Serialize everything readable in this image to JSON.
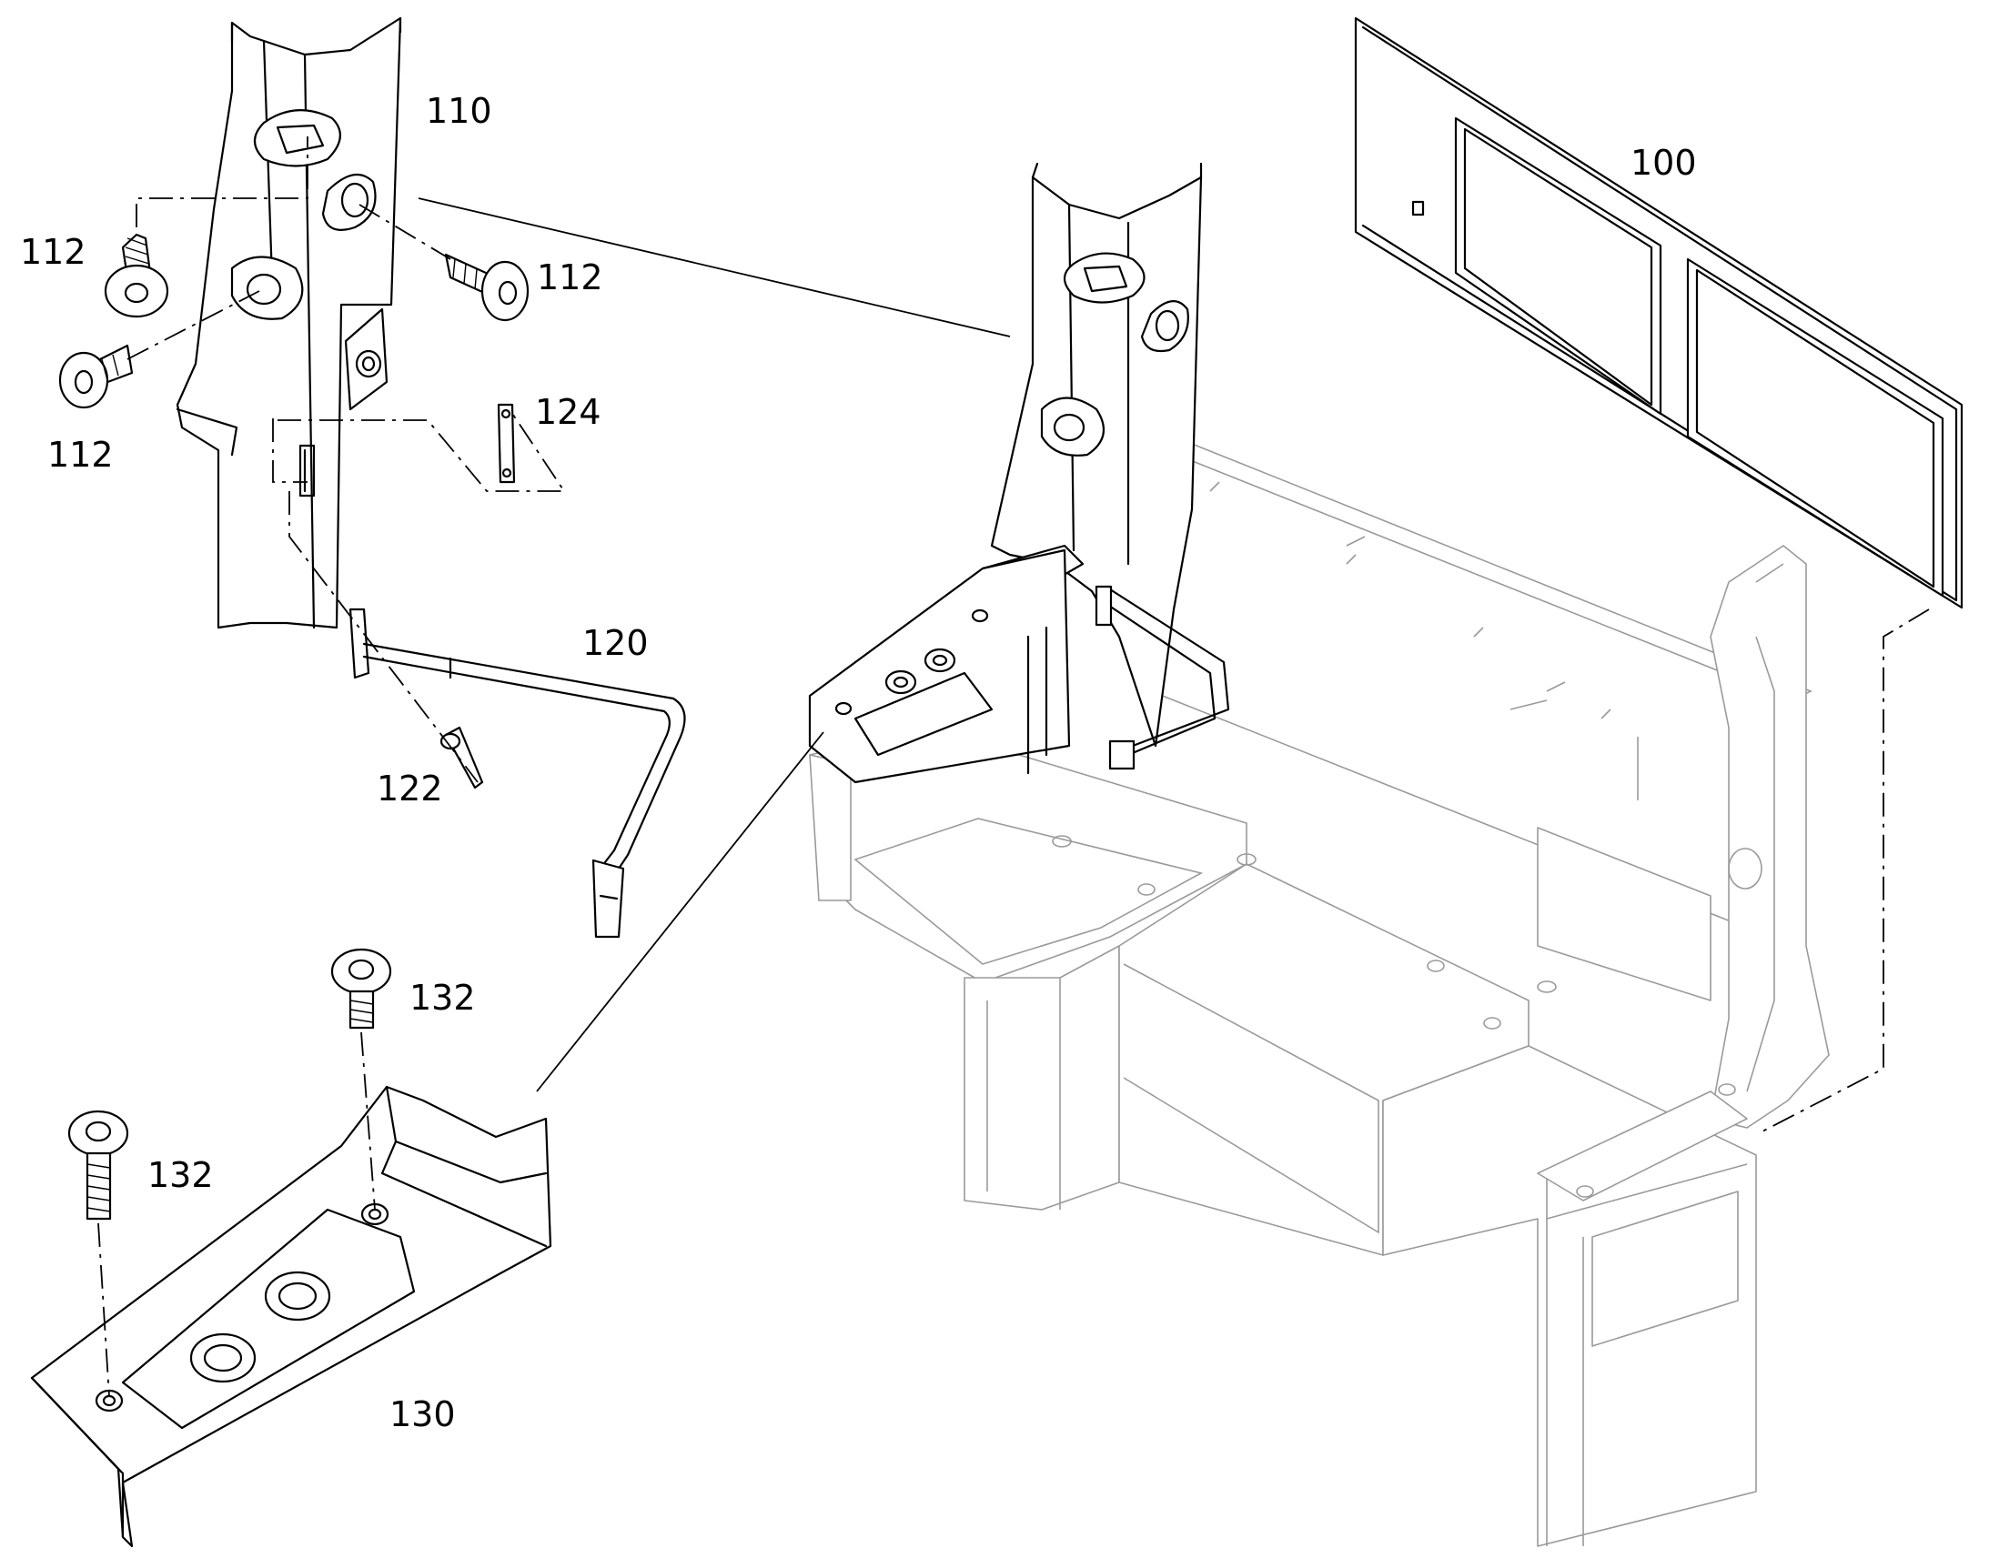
{
  "callouts": [
    {
      "id": "c100",
      "label": "100"
    },
    {
      "id": "c110",
      "label": "110"
    },
    {
      "id": "c112a",
      "label": "112"
    },
    {
      "id": "c112b",
      "label": "112"
    },
    {
      "id": "c112c",
      "label": "112"
    },
    {
      "id": "c124",
      "label": "124"
    },
    {
      "id": "c120",
      "label": "120"
    },
    {
      "id": "c122",
      "label": "122"
    },
    {
      "id": "c132a",
      "label": "132"
    },
    {
      "id": "c132b",
      "label": "132"
    },
    {
      "id": "c130",
      "label": "130"
    }
  ],
  "colors": {
    "line": "#000000",
    "ghost": "#9a9a9a",
    "background": "#ffffff"
  }
}
